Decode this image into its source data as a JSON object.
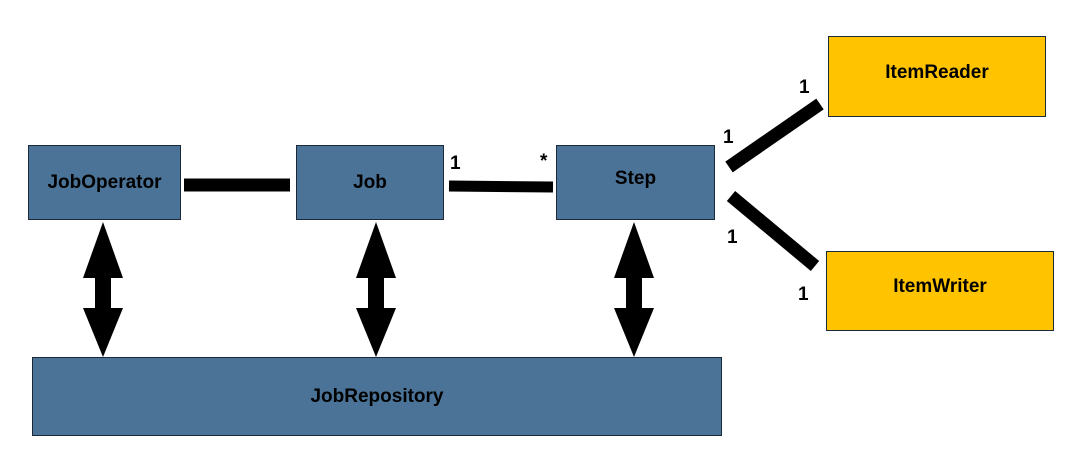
{
  "nodes": {
    "job_operator": "JobOperator",
    "job": "Job",
    "step": "Step",
    "item_reader": "ItemReader",
    "item_writer": "ItemWriter",
    "job_repository": "JobRepository"
  },
  "multiplicities": {
    "job_step_job_end": "1",
    "job_step_step_end": "*",
    "step_reader_step_end": "1",
    "step_reader_reader_end": "1",
    "step_writer_step_end": "1",
    "step_writer_writer_end": "1"
  },
  "colors": {
    "node_blue": "#4a7397",
    "node_yellow": "#ffc300",
    "connector": "#000000"
  }
}
